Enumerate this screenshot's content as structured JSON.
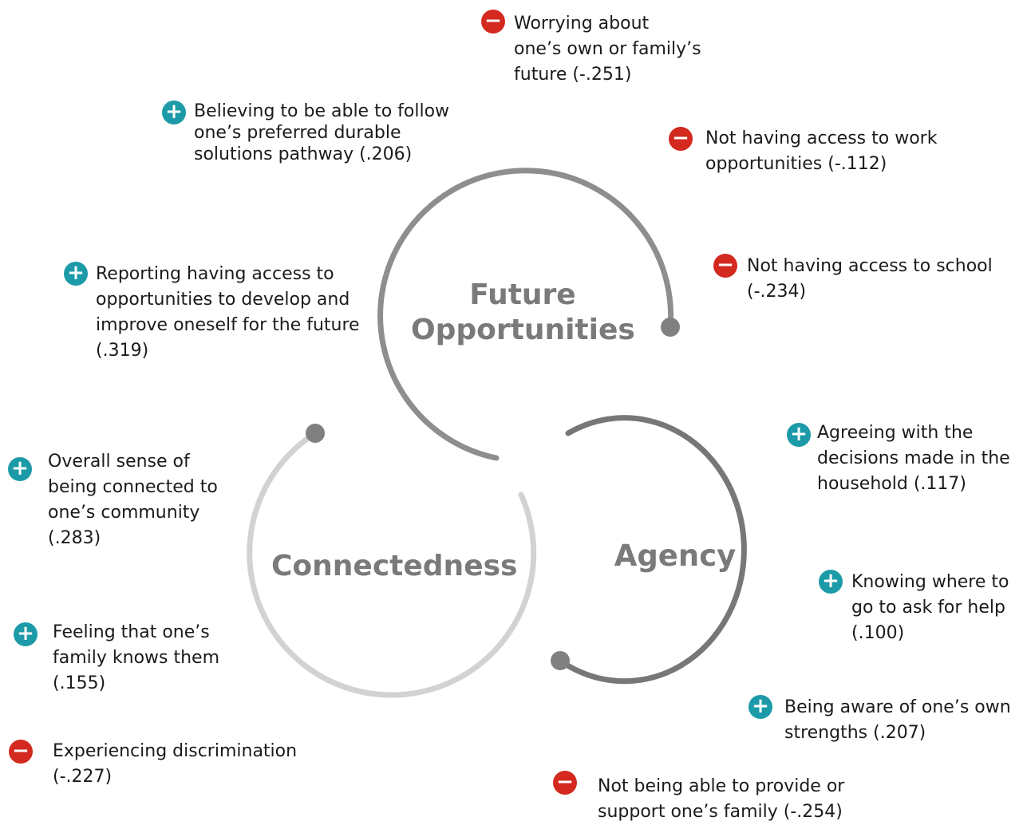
{
  "colors": {
    "positive": "#1c9aa8",
    "negative": "#d3291f",
    "future_ring": "#8e8e8e",
    "agency_ring": "#777777",
    "connected_ring": "#d2d2d2",
    "node": "#808080"
  },
  "icons": {
    "positive": "plus-icon",
    "negative": "minus-icon",
    "plus_glyph": "+",
    "minus_glyph": "−"
  },
  "circles": {
    "future": {
      "line1": "Future",
      "line2": "Opportunities"
    },
    "agency": {
      "label": "Agency"
    },
    "connectedness": {
      "label": "Connectedness"
    }
  },
  "factors": {
    "worrying": {
      "sign": "negative",
      "lines": [
        "Worrying about",
        "one’s own or family’s",
        "future (-.251)"
      ]
    },
    "believing": {
      "sign": "positive",
      "lines": [
        "Believing to be able to follow",
        "one’s preferred durable",
        "solutions pathway (.206)"
      ]
    },
    "work": {
      "sign": "negative",
      "lines": [
        "Not having access to work",
        "opportunities (-.112)"
      ]
    },
    "school": {
      "sign": "negative",
      "lines": [
        "Not having access to school",
        "(-.234)"
      ]
    },
    "develop": {
      "sign": "positive",
      "lines": [
        "Reporting having access to",
        "opportunities to develop and",
        "improve oneself for the future",
        "(.319)"
      ]
    },
    "household": {
      "sign": "positive",
      "lines": [
        "Agreeing with the",
        "decisions made in the",
        "household (.117)"
      ]
    },
    "connected": {
      "sign": "positive",
      "lines": [
        "Overall sense of",
        "being connected to",
        "one’s community",
        "(.283)"
      ]
    },
    "help": {
      "sign": "positive",
      "lines": [
        "Knowing where to",
        "go to ask for help",
        "(.100)"
      ]
    },
    "family_knows": {
      "sign": "positive",
      "lines": [
        "Feeling that one’s",
        "family knows them",
        "(.155)"
      ]
    },
    "strengths": {
      "sign": "positive",
      "lines": [
        "Being aware of one’s own",
        "strengths (.207)"
      ]
    },
    "discrimination": {
      "sign": "negative",
      "lines": [
        "Experiencing discrimination",
        "(-.227)"
      ]
    },
    "support_family": {
      "sign": "negative",
      "lines": [
        "Not being able to provide or",
        "support one’s family (-.254)"
      ]
    }
  }
}
